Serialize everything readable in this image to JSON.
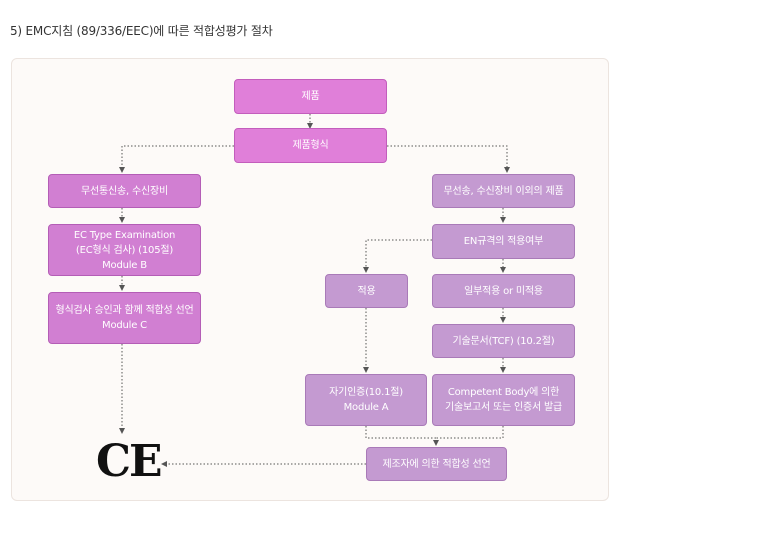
{
  "title": "5) EMC지침 (89/336/EEC)에 따른 적합성평가 절차",
  "boxes": {
    "product": "제품",
    "product_type": "제품형식",
    "radio": "무선통신송, 수신장비",
    "ec_type": [
      "EC Type Examination",
      "(EC형식 검사) (105절)",
      "Module B"
    ],
    "type_approval": [
      "형식검사 승인과 함께 적합성 선언",
      "Module C"
    ],
    "non_radio": "무선송, 수신장비 이외의 제품",
    "en_standard": "EN규격의 적용여부",
    "applied": "적용",
    "partial": "일부적용 or 미적용",
    "tcf": "기술문서(TCF) (10.2절)",
    "self_cert": [
      "자기인증(10.1절)",
      "Module A"
    ],
    "competent_body": [
      "Competent Body에 의한",
      "기술보고서 또는 인증서 발급"
    ],
    "declaration": "제조자에 의한 적합성 선언"
  },
  "ce_mark": "CE",
  "colors": {
    "pink": "#e07fd9",
    "magenta": "#d17fd2",
    "lavender": "#c49ad1",
    "connector": "#555555"
  }
}
